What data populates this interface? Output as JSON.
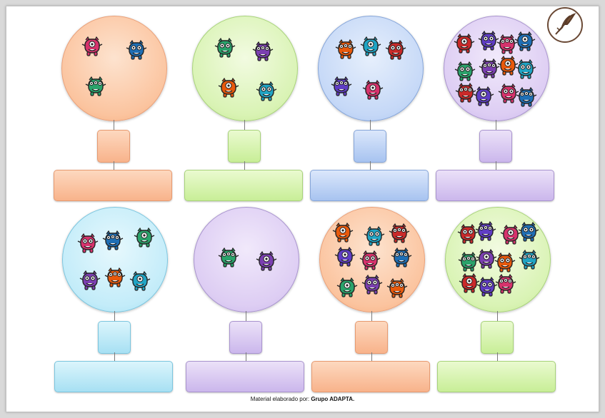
{
  "credit": {
    "prefix": "Material elaborado por:",
    "author": "Grupo ADAPTA."
  },
  "logo_icon": "feather-quill-icon",
  "colors": {
    "orange": "#fbc49f",
    "green": "#d9f3b4",
    "blue": "#c5d8f7",
    "purple": "#ddcdf3",
    "cyan": "#c3ecf9"
  },
  "cards": [
    {
      "theme": "orange",
      "monster_count": 3
    },
    {
      "theme": "green",
      "monster_count": 4
    },
    {
      "theme": "blue",
      "monster_count": 5
    },
    {
      "theme": "purple",
      "monster_count": 12
    },
    {
      "theme": "cyan",
      "monster_count": 6
    },
    {
      "theme": "purple",
      "monster_count": 2
    },
    {
      "theme": "orange",
      "monster_count": 9
    },
    {
      "theme": "green",
      "monster_count": 11
    }
  ],
  "monster_icons": [
    "monster-icon"
  ],
  "answer_boxes": {
    "small_value": "",
    "large_value": ""
  }
}
